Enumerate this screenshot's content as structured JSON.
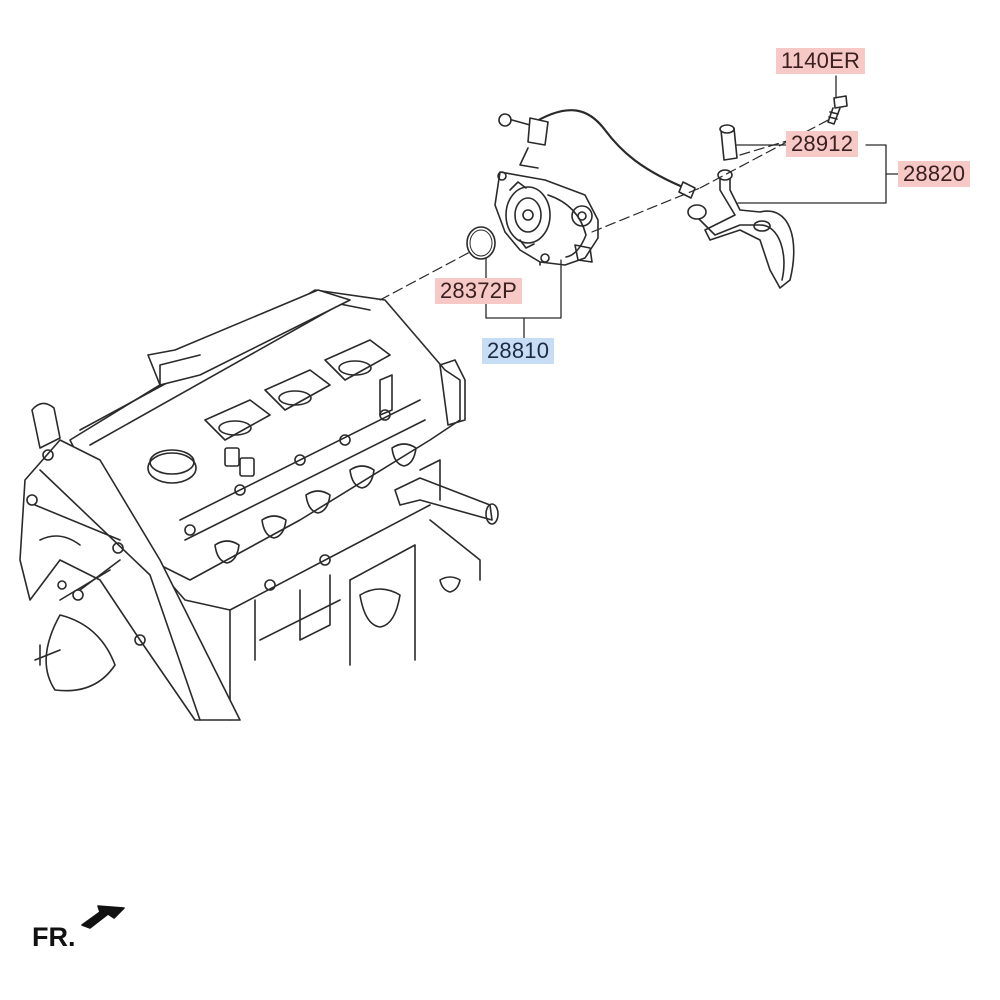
{
  "callouts": {
    "c1140er": "1140ER",
    "c28912": "28912",
    "c28820": "28820",
    "c28372p": "28372P",
    "c28810": "28810"
  },
  "orientation": {
    "label": "FR."
  },
  "colors": {
    "callout_red": "#f7c9c6",
    "callout_blue": "#c7dcf5",
    "line": "#2a2a2a"
  }
}
